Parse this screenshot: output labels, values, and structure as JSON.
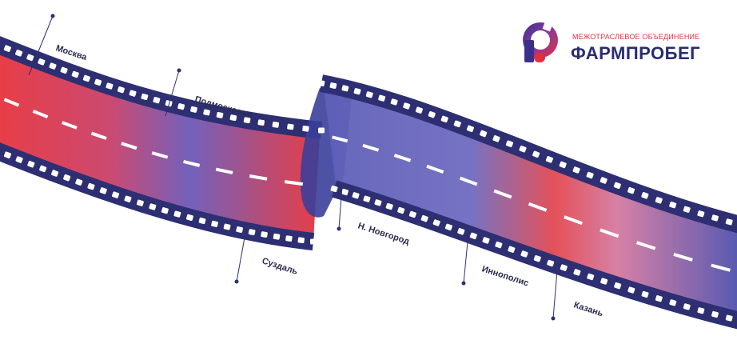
{
  "brand": {
    "tagline": "МЕЖОТРАСЛЕВОЕ ОБЪЕДИНЕНИЕ",
    "name": "ФАРМПРОБЕГ",
    "colors": {
      "navy": "#2a2c6f",
      "red": "#e0303f",
      "purple": "#7a3d9a"
    }
  },
  "route": {
    "stops": [
      {
        "id": "moscow",
        "name": "Москва"
      },
      {
        "id": "moscow-region",
        "name": "Подмосковье"
      },
      {
        "id": "suzdal",
        "name": "Суздаль"
      },
      {
        "id": "n-novgorod",
        "name": "Н. Новгород"
      },
      {
        "id": "innopolis",
        "name": "Иннополис"
      },
      {
        "id": "kazan",
        "name": "Казань"
      }
    ]
  },
  "film": {
    "frame_color": "#2d2f72",
    "hole_color": "#ffffff",
    "gradient_colors": [
      "#e8323c",
      "#8a4aa0",
      "#3a3d8c"
    ],
    "dash_color": "#ffffff"
  }
}
